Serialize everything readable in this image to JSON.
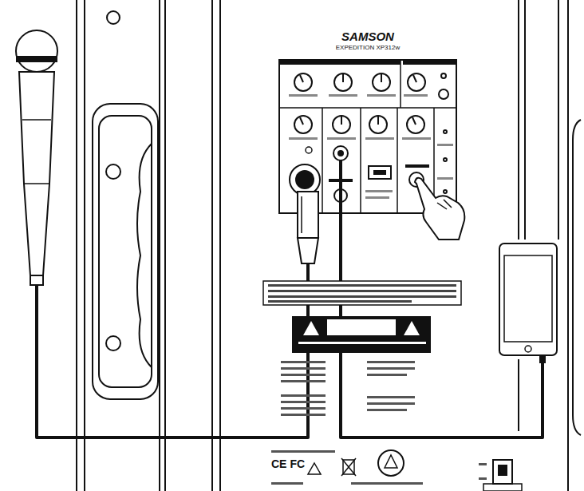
{
  "diagram": {
    "labels": [
      "SAMSON",
      "EXPEDITION XP312w",
      "CE",
      "FC"
    ]
  }
}
